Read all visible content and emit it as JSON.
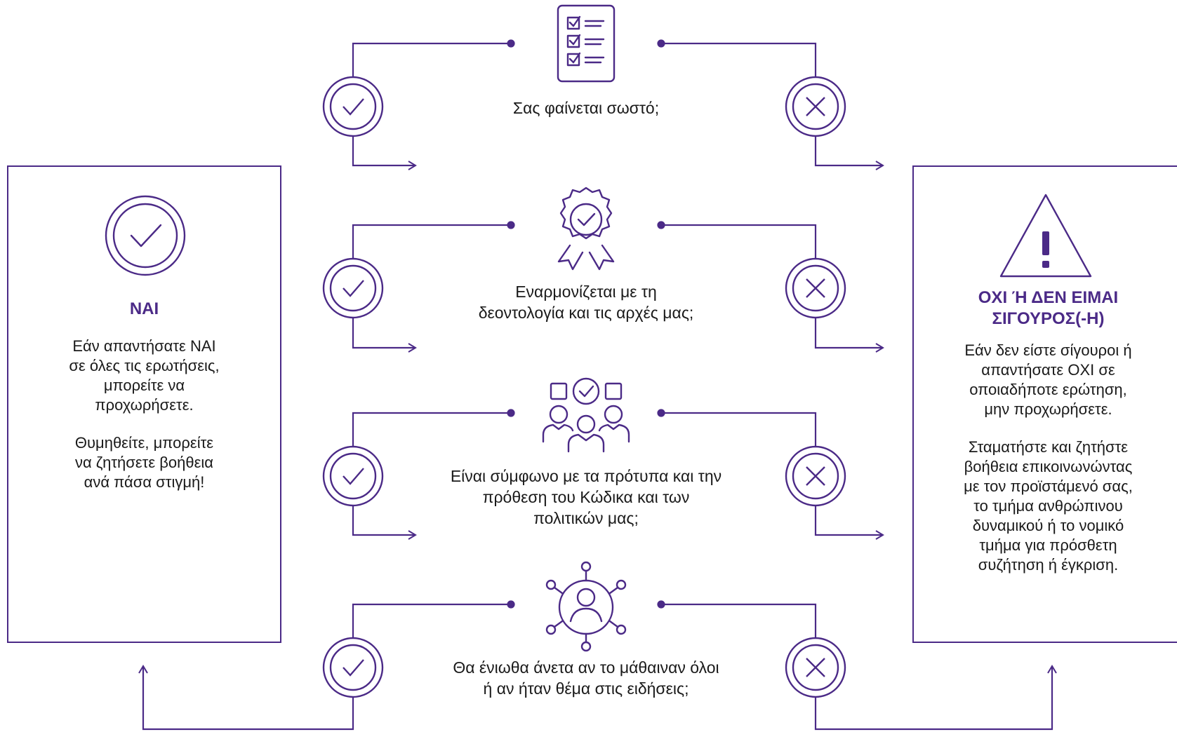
{
  "colors": {
    "accent": "#4b2a87",
    "text": "#1a1a1a",
    "background": "#ffffff"
  },
  "questions": [
    {
      "icon": "checklist-icon",
      "lines": [
        "Σας φαίνεται σωστό;"
      ]
    },
    {
      "icon": "award-badge-icon",
      "lines": [
        "Εναρμονίζεται με τη",
        "δεοντολογία και τις αρχές μας;"
      ]
    },
    {
      "icon": "team-approval-icon",
      "lines": [
        "Είναι σύμφωνο με τα πρότυπα και την",
        "πρόθεση του Κώδικα και των",
        "πολιτικών μας;"
      ]
    },
    {
      "icon": "public-network-icon",
      "lines": [
        "Θα ένιωθα άνετα αν το μάθαιναν όλοι",
        "ή αν ήταν θέμα στις ειδήσεις;"
      ]
    }
  ],
  "yes_panel": {
    "icon": "check-circle-icon",
    "title": "ΝΑΙ",
    "body_lines": [
      "Εάν απαντήσατε ΝΑΙ",
      "σε όλες τις ερωτήσεις,",
      "μπορείτε να",
      "προχωρήσετε."
    ],
    "note_lines": [
      "Θυμηθείτε, μπορείτε",
      "να ζητήσετε βοήθεια",
      "ανά πάσα στιγμή!"
    ]
  },
  "no_panel": {
    "icon": "warning-triangle-icon",
    "title_lines": [
      "ΟΧΙ Ή ΔΕΝ ΕΙΜΑΙ",
      "ΣΙΓΟΥΡΟΣ(-Η)"
    ],
    "body_lines": [
      "Εάν δεν είστε σίγουροι ή",
      "απαντήσατε ΟΧΙ σε",
      "οποιαδήποτε ερώτηση,",
      "μην προχωρήσετε."
    ],
    "note_lines": [
      "Σταματήστε και ζητήστε",
      "βοήθεια επικοινωνώντας",
      "με τον προϊστάμενό σας,",
      "το τμήμα ανθρώπινου",
      "δυναμικού ή το νομικό",
      "τμήμα για πρόσθετη",
      "συζήτηση ή έγκριση."
    ]
  }
}
